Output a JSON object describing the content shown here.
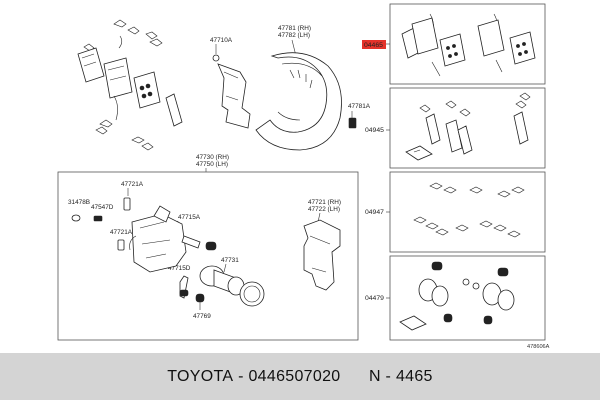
{
  "diagram": {
    "part_numbers": {
      "p47781": "47781 (RH)",
      "p47782": "47782 (LH)",
      "p47710A": "47710A",
      "p47781A": "47781A",
      "p47730": "47730 (RH)",
      "p47750": "47750 (LH)",
      "p47721A_top": "47721A",
      "p31478B": "31478B",
      "p47547D": "47547D",
      "p47715A": "47715A",
      "p47721A_mid": "47721A",
      "p47731": "47731",
      "p47715D": "47715D",
      "p47769": "47769",
      "p47721": "47721 (RH)",
      "p47722": "47722 (LH)"
    },
    "callouts": {
      "c04465": "04465",
      "c04945": "04945",
      "c04947": "04947",
      "c04479": "04479"
    },
    "ref_code": "478606A",
    "highlight_color": "#e4332b"
  },
  "footer": {
    "brand": "TOYOTA",
    "separator": " - ",
    "part_number": "0446507020",
    "gap": "      ",
    "ref_prefix": "N - ",
    "ref_number": "4465",
    "background": "#d4d4d4"
  }
}
